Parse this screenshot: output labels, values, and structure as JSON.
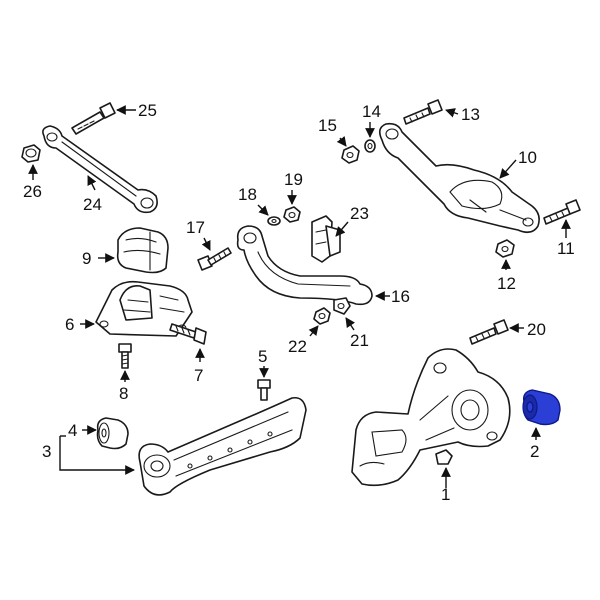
{
  "highlight_color": "#2b3fd6",
  "callouts": {
    "c1": "1",
    "c2": "2",
    "c3": "3",
    "c4": "4",
    "c5": "5",
    "c6": "6",
    "c7": "7",
    "c8": "8",
    "c9": "9",
    "c10": "10",
    "c11": "11",
    "c12": "12",
    "c13": "13",
    "c14": "14",
    "c15": "15",
    "c16": "16",
    "c17": "17",
    "c18": "18",
    "c19": "19",
    "c20": "20",
    "c21": "21",
    "c22": "22",
    "c23": "23",
    "c24": "24",
    "c25": "25",
    "c26": "26"
  },
  "highlighted_part": "2"
}
